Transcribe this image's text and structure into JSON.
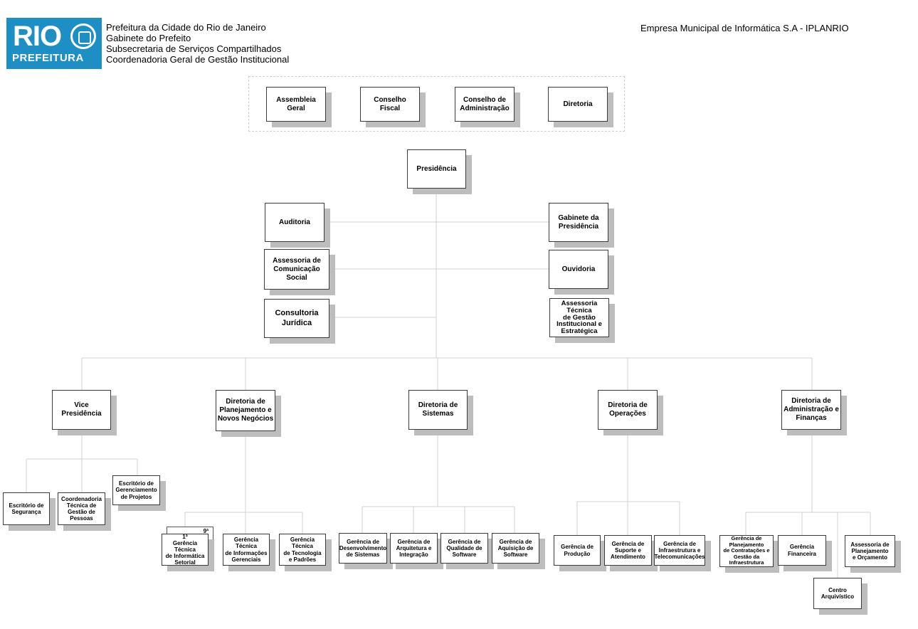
{
  "header": {
    "logo_text_top": "RIO",
    "logo_text_bottom": "PREFEITURA",
    "lines": [
      "Prefeitura da Cidade do Rio de Janeiro",
      "Gabinete do Prefeito",
      "Subsecretaria de Serviços Compartilhados",
      "Coordenadoria Geral de Gestão Institucional"
    ],
    "company": "Empresa Municipal de Informática S.A - IPLANRIO"
  },
  "colors": {
    "logo_blue": "#1e8fc4",
    "shadow": "#bdbdbd",
    "line": "#d0d0d0"
  },
  "governance": [
    "Assembleia\nGeral",
    "Conselho\nFiscal",
    "Conselho de\nAdministração",
    "Diretoria"
  ],
  "presidencia": "Presidência",
  "staff_left": [
    "Auditoria",
    "Assessoria de\nComunicação\nSocial",
    "Consultoria\nJurídica"
  ],
  "staff_right": [
    "Gabinete da\nPresidência",
    "Ouvidoria",
    "Assessoria\nTécnica\nde Gestão\nInstitucional e\nEstratégica"
  ],
  "directorates": [
    "Vice Presidência",
    "Diretoria de\nPlanejamento e\nNovos Negócios",
    "Diretoria de\nSistemas",
    "Diretoria de\nOperações",
    "Diretoria de\nAdministração e\nFinanças"
  ],
  "vice_units": [
    "Escritório de\nSegurança",
    "Coordenadoria\nTécnica de\nGestão de\nPessoas",
    "Escritório de\nGerenciamento\nde Projetos"
  ],
  "planejamento_units": {
    "stack_back": "9ª",
    "stack_front": "1ª\nGerência Técnica\nde Informática\nSetorial",
    "others": [
      "Gerência\nTécnica\nde Informações\nGerenciais",
      "Gerência\nTécnica\nde Tecnologia\ne Padrões"
    ]
  },
  "sistemas_units": [
    "Gerência de\nDesenvolvimento\nde Sistemas",
    "Gerência de\nArquitetura e\nIntegração",
    "Gerência de\nQualidade de\nSoftware",
    "Gerência de\nAquisição de\nSoftware"
  ],
  "operacoes_units": [
    "Gerência de\nProdução",
    "Gerência de\nSuporte e\nAtendimento",
    "Gerência de\nInfraestrutura e\nTelecomunicações"
  ],
  "admin_units": [
    "Gerência de\nPlanejamento\nde Contratações e\nGestão da\nInfraestrutura",
    "Gerência\nFinanceira",
    "Centro\nArquivístico",
    "Assessoria de\nPlanejamento\ne Orçamento"
  ]
}
